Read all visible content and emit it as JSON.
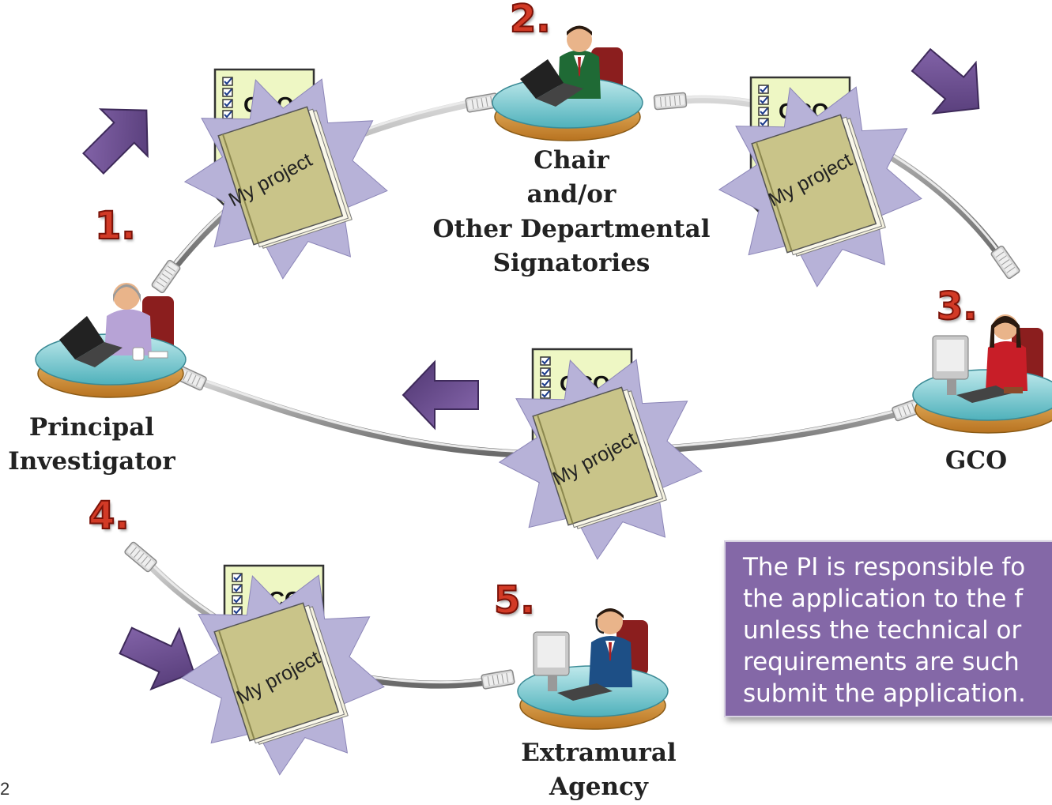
{
  "labels": {
    "chair_line1": "Chair",
    "chair_line2": "and/or",
    "chair_line3": "Other Departmental",
    "chair_line4": "Signatories",
    "pi_line1": "Principal",
    "pi_line2": "Investigator",
    "gco": "GCO",
    "extramural_line1": "Extramural",
    "extramural_line2": "Agency"
  },
  "steps": {
    "s1": "1.",
    "s2": "2.",
    "s3": "3.",
    "s4": "4.",
    "s5": "5."
  },
  "document": {
    "header": "GCO",
    "folder_title": "My project"
  },
  "note": {
    "line1": "The PI is responsible fo",
    "line2": "the application to the f",
    "line3": "unless the technical or",
    "line4": "requirements are such",
    "line5": "submit the application."
  },
  "page_number": "2",
  "colors": {
    "arrow": "#6b4f8e",
    "note_bg": "#8468a7",
    "checklist_bg": "#eef7c4",
    "folder": "#c9c489",
    "burst": "#b7b2d8",
    "step_number": "#d23a26",
    "desk_top": "#7fc9cf",
    "desk_base": "#d89a3c"
  },
  "icons": [
    "desk-person-icon",
    "ethernet-cable-icon",
    "checklist-icon",
    "folder-icon",
    "arrow-icon"
  ]
}
